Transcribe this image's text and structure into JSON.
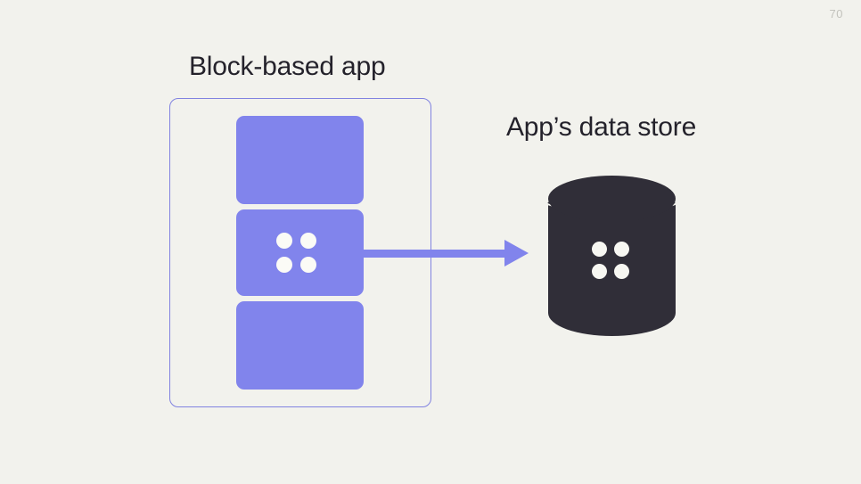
{
  "slide": {
    "page_number": "70",
    "background_color": "#f2f2ed",
    "accent_purple": "#8184ec",
    "dark_charcoal": "#302e38",
    "text_color": "#24222b"
  },
  "app_panel": {
    "title": "Block-based app",
    "border_color": "#8183e0",
    "blocks": [
      {
        "name": "block-top",
        "label": "",
        "has_dots": false
      },
      {
        "name": "block-middle",
        "label": "",
        "has_dots": true
      },
      {
        "name": "block-bottom",
        "label": "",
        "has_dots": false
      }
    ],
    "dot_count": 4,
    "dot_color": "#fbfbf6"
  },
  "data_store": {
    "title": "App’s data store",
    "shape": "cylinder",
    "fill_color": "#302e38",
    "dot_count": 4,
    "dot_color": "#f7f7f2"
  },
  "connector": {
    "name": "flow-arrow",
    "direction": "right",
    "color": "#8184ec",
    "from": "block-middle",
    "to": "data-store-cylinder"
  },
  "icons": {
    "block_dots": "four-dots-grid-icon",
    "store_dots": "four-dots-grid-icon",
    "arrow": "arrow-right-icon"
  }
}
